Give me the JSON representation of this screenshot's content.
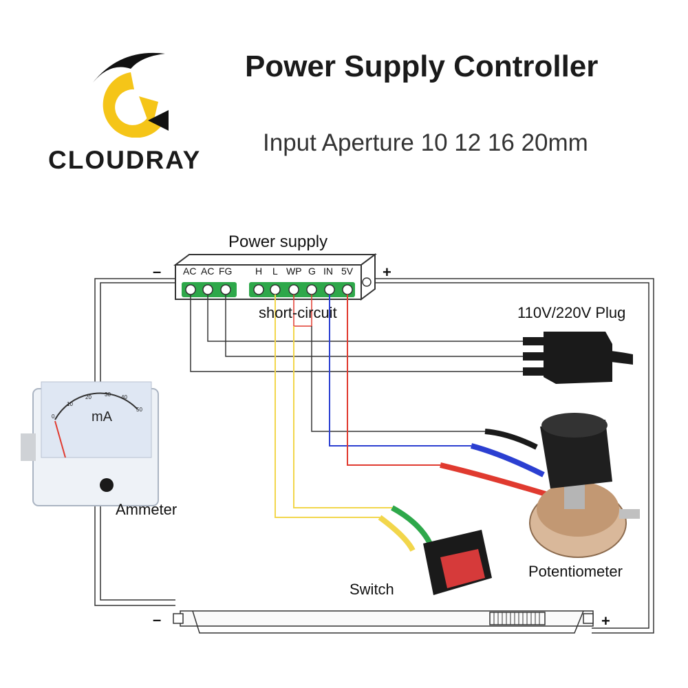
{
  "brand": {
    "name": "CLOUDRAY"
  },
  "header": {
    "title": "Power Supply Controller",
    "subtitle": "Input Aperture 10 12 16 20mm"
  },
  "diagram": {
    "power_supply_label": "Power supply",
    "terminals": [
      "AC",
      "AC",
      "FG",
      "H",
      "L",
      "WP",
      "G",
      "IN",
      "5V"
    ],
    "short_circuit_label": "short-circuit",
    "plug_label": "110V/220V Plug",
    "ammeter_label": "Ammeter",
    "ammeter_unit": "mA",
    "ammeter_scale": [
      "0",
      "10",
      "20",
      "30",
      "40",
      "50"
    ],
    "switch_label": "Switch",
    "potentiometer_label": "Potentiometer",
    "minus_sign": "–",
    "plus_sign": "+"
  },
  "colors": {
    "yellow_wire": "#f2d64b",
    "red_wire": "#e03a2f",
    "blue_wire": "#2b3fd1",
    "terminal_green": "#2ea84a",
    "brand_yellow": "#f5c518"
  }
}
